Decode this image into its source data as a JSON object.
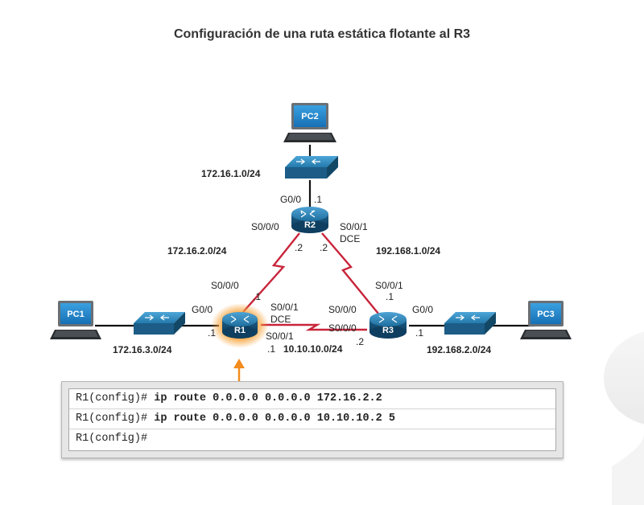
{
  "title": "Configuración de una ruta estática flotante al R3",
  "devices": {
    "pc1": "PC1",
    "pc2": "PC2",
    "pc3": "PC3",
    "r1": "R1",
    "r2": "R2",
    "r3": "R3"
  },
  "networks": {
    "top_lan": "172.16.1.0/24",
    "left_lan": "172.16.3.0/24",
    "right_lan": "192.168.2.0/24",
    "r1_r2": "172.16.2.0/24",
    "r2_r3": "192.168.1.0/24",
    "r1_r3": "10.10.10.0/24"
  },
  "interfaces": {
    "r2_g00": "G0/0",
    "r2_g00_host": ".1",
    "r2_s000": "S0/0/0",
    "r2_s000_host": ".2",
    "r2_s001": "S0/0/1",
    "r2_s001_dce": "DCE",
    "r2_s001_host": ".2",
    "r1_s000": "S0/0/0",
    "r1_s000_host": ".1",
    "r1_g00": "G0/0",
    "r1_g00_host": ".1",
    "r1_s001_top": "S0/0/1",
    "r1_s001_dce": "DCE",
    "r1_s001_bottom": "S0/0/1",
    "r1_s001_host": ".1",
    "r3_s001": "S0/0/1",
    "r3_s001_host": ".1",
    "r3_s000_top": "S0/0/0",
    "r3_s000_bottom": "S0/0/0",
    "r3_s000_host": ".2",
    "r3_g00": "G0/0",
    "r3_g00_host": ".1"
  },
  "cli": {
    "lines": [
      {
        "prompt": "R1(config)# ",
        "command": "ip route 0.0.0.0 0.0.0.0 172.16.2.2"
      },
      {
        "prompt": "R1(config)# ",
        "command": "ip route 0.0.0.0 0.0.0.0 10.10.10.2 5"
      },
      {
        "prompt": "R1(config)#",
        "command": ""
      }
    ]
  },
  "colors": {
    "serial_link": "#c8243a",
    "ethernet_link": "#111111",
    "router": "#1b6e9c",
    "highlight": "#f28c1e",
    "pc_screen": "#1f8ad0"
  }
}
